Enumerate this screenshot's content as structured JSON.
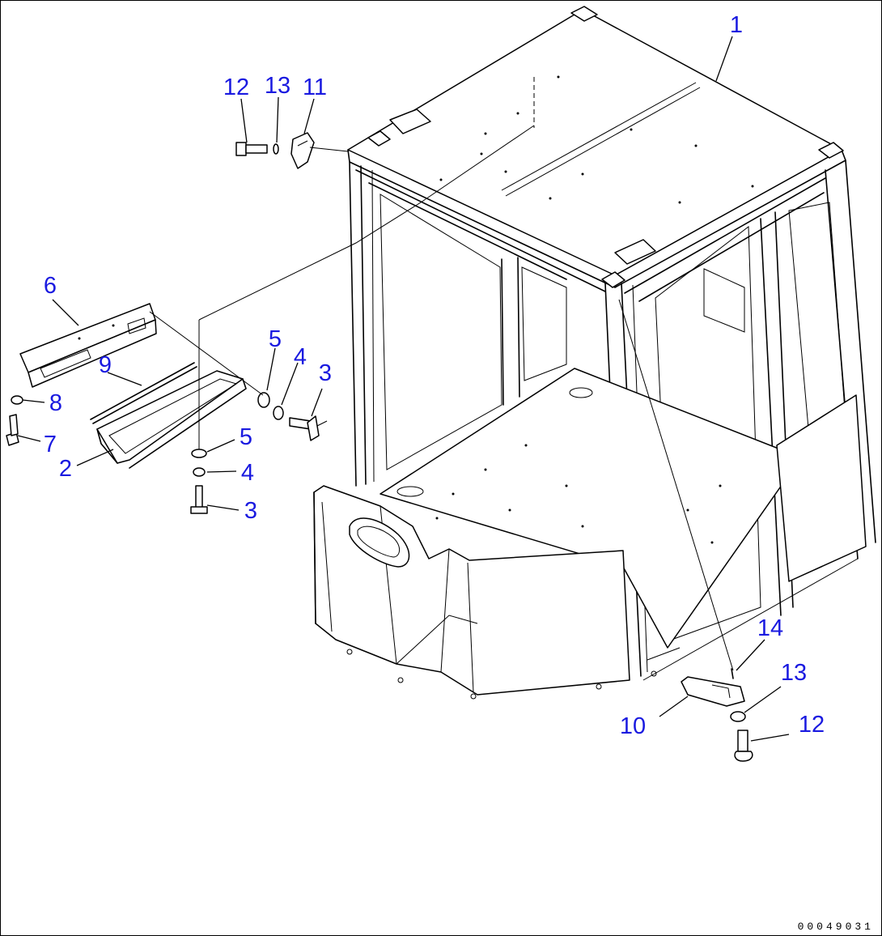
{
  "callouts": [
    {
      "id": "c1",
      "label": "1"
    },
    {
      "id": "c2",
      "label": "2"
    },
    {
      "id": "c3a",
      "label": "3"
    },
    {
      "id": "c3b",
      "label": "3"
    },
    {
      "id": "c4a",
      "label": "4"
    },
    {
      "id": "c4b",
      "label": "4"
    },
    {
      "id": "c5a",
      "label": "5"
    },
    {
      "id": "c5b",
      "label": "5"
    },
    {
      "id": "c6",
      "label": "6"
    },
    {
      "id": "c7",
      "label": "7"
    },
    {
      "id": "c8",
      "label": "8"
    },
    {
      "id": "c9",
      "label": "9"
    },
    {
      "id": "c10",
      "label": "10"
    },
    {
      "id": "c11",
      "label": "11"
    },
    {
      "id": "c12a",
      "label": "12"
    },
    {
      "id": "c12b",
      "label": "12"
    },
    {
      "id": "c13a",
      "label": "13"
    },
    {
      "id": "c13b",
      "label": "13"
    },
    {
      "id": "c14",
      "label": "14"
    }
  ],
  "drawing_number": "00049031",
  "colors": {
    "callout": "#1a1ae0",
    "line": "#000000"
  }
}
